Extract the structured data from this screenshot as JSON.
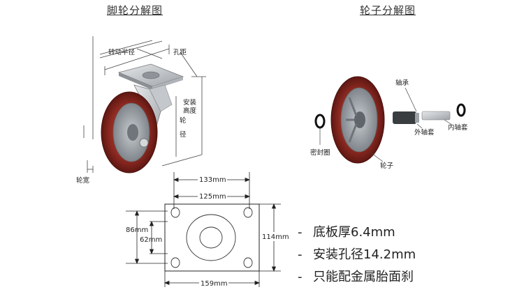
{
  "titles": {
    "caster_exploded": "脚轮分解图",
    "wheel_exploded": "轮子分解图"
  },
  "caster_labels": {
    "swivel_radius": "转动半径",
    "hole_distance": "孔距",
    "install_height": "安装高度",
    "wheel_diameter": "轮径",
    "wheel_width": "轮宽"
  },
  "wheel_labels": {
    "bearing": "轴承",
    "outer_sleeve": "外轴套",
    "inner_sleeve": "内轴套",
    "seal_ring": "密封圈",
    "wheel": "轮子"
  },
  "plate_dims": {
    "width_outer": "133mm",
    "width_holes": "125mm",
    "height_left_outer": "86mm",
    "height_left_holes": "62mm",
    "height_right": "114mm",
    "width_bottom": "159mm"
  },
  "specs": [
    "底板厚6.4mm",
    "安装孔径14.2mm",
    "只能配金属胎面刹"
  ],
  "colors": {
    "wheel_red": "#8e2a22",
    "hub_gray": "#9aa0a6",
    "metal": "#c9ccd0"
  }
}
